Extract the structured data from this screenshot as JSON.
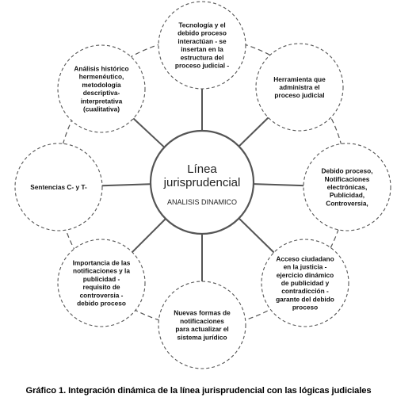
{
  "diagram": {
    "center": {
      "title_lines": [
        "Línea",
        "jurisprudencial"
      ],
      "subtitle": "ANALISIS DINAMICO"
    },
    "nodes": [
      {
        "id": "tecnologia",
        "lines": [
          "Tecnología y el",
          "debido proceso",
          "interactúan - se",
          "insertan en la",
          "estructura del",
          "proceso judicial -"
        ]
      },
      {
        "id": "herramienta",
        "lines": [
          "Herramienta que",
          "administra  el",
          "proceso judicial"
        ]
      },
      {
        "id": "debido-proceso",
        "lines": [
          "Debido proceso,",
          "Notificaciones",
          "electrónicas,",
          "Publicidad,",
          "Controversia,"
        ]
      },
      {
        "id": "acceso-ciudadano",
        "lines": [
          "Acceso ciudadano",
          "en la justicia -",
          "ejercicio dinámico",
          "de publicidad y",
          "contradicción -",
          "garante del debido",
          "proceso"
        ]
      },
      {
        "id": "nuevas-formas",
        "lines": [
          "Nuevas formas de",
          "notificaciones",
          "para actualizar el",
          "sistema jurídico"
        ]
      },
      {
        "id": "importancia",
        "lines": [
          "Importancia de las",
          "notificaciones y la",
          "publicidad -",
          "requisito de",
          "controversia -",
          "debido proceso"
        ]
      },
      {
        "id": "sentencias",
        "lines": [
          "Sentencias C- y T-"
        ]
      },
      {
        "id": "analisis-historico",
        "lines": [
          "Análisis histórico",
          "hermenéutico,",
          "metodología",
          "descriptiva-",
          "interpretativa",
          "(cualitativa)"
        ]
      }
    ]
  },
  "caption": "Gráfico 1. Integración dinámica de la línea jurisprudencial con las lógicas judiciales",
  "colors": {
    "line": "#555555",
    "circle_stroke": "#555555",
    "fill": "#ffffff",
    "text": "#111111"
  }
}
